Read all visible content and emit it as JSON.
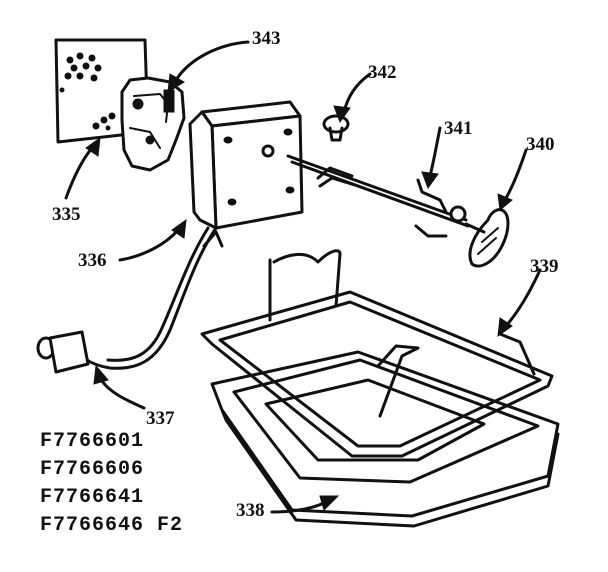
{
  "parts": {
    "p343": "343",
    "p342": "342",
    "p341": "341",
    "p340": "340",
    "p335": "335",
    "p336": "336",
    "p339": "339",
    "p337": "337",
    "p338": "338"
  },
  "models": [
    "F7766601",
    "F7766606",
    "F7766641",
    "F7766646 F2"
  ],
  "colors": {
    "ink": "#111111",
    "paper": "#ffffff"
  }
}
